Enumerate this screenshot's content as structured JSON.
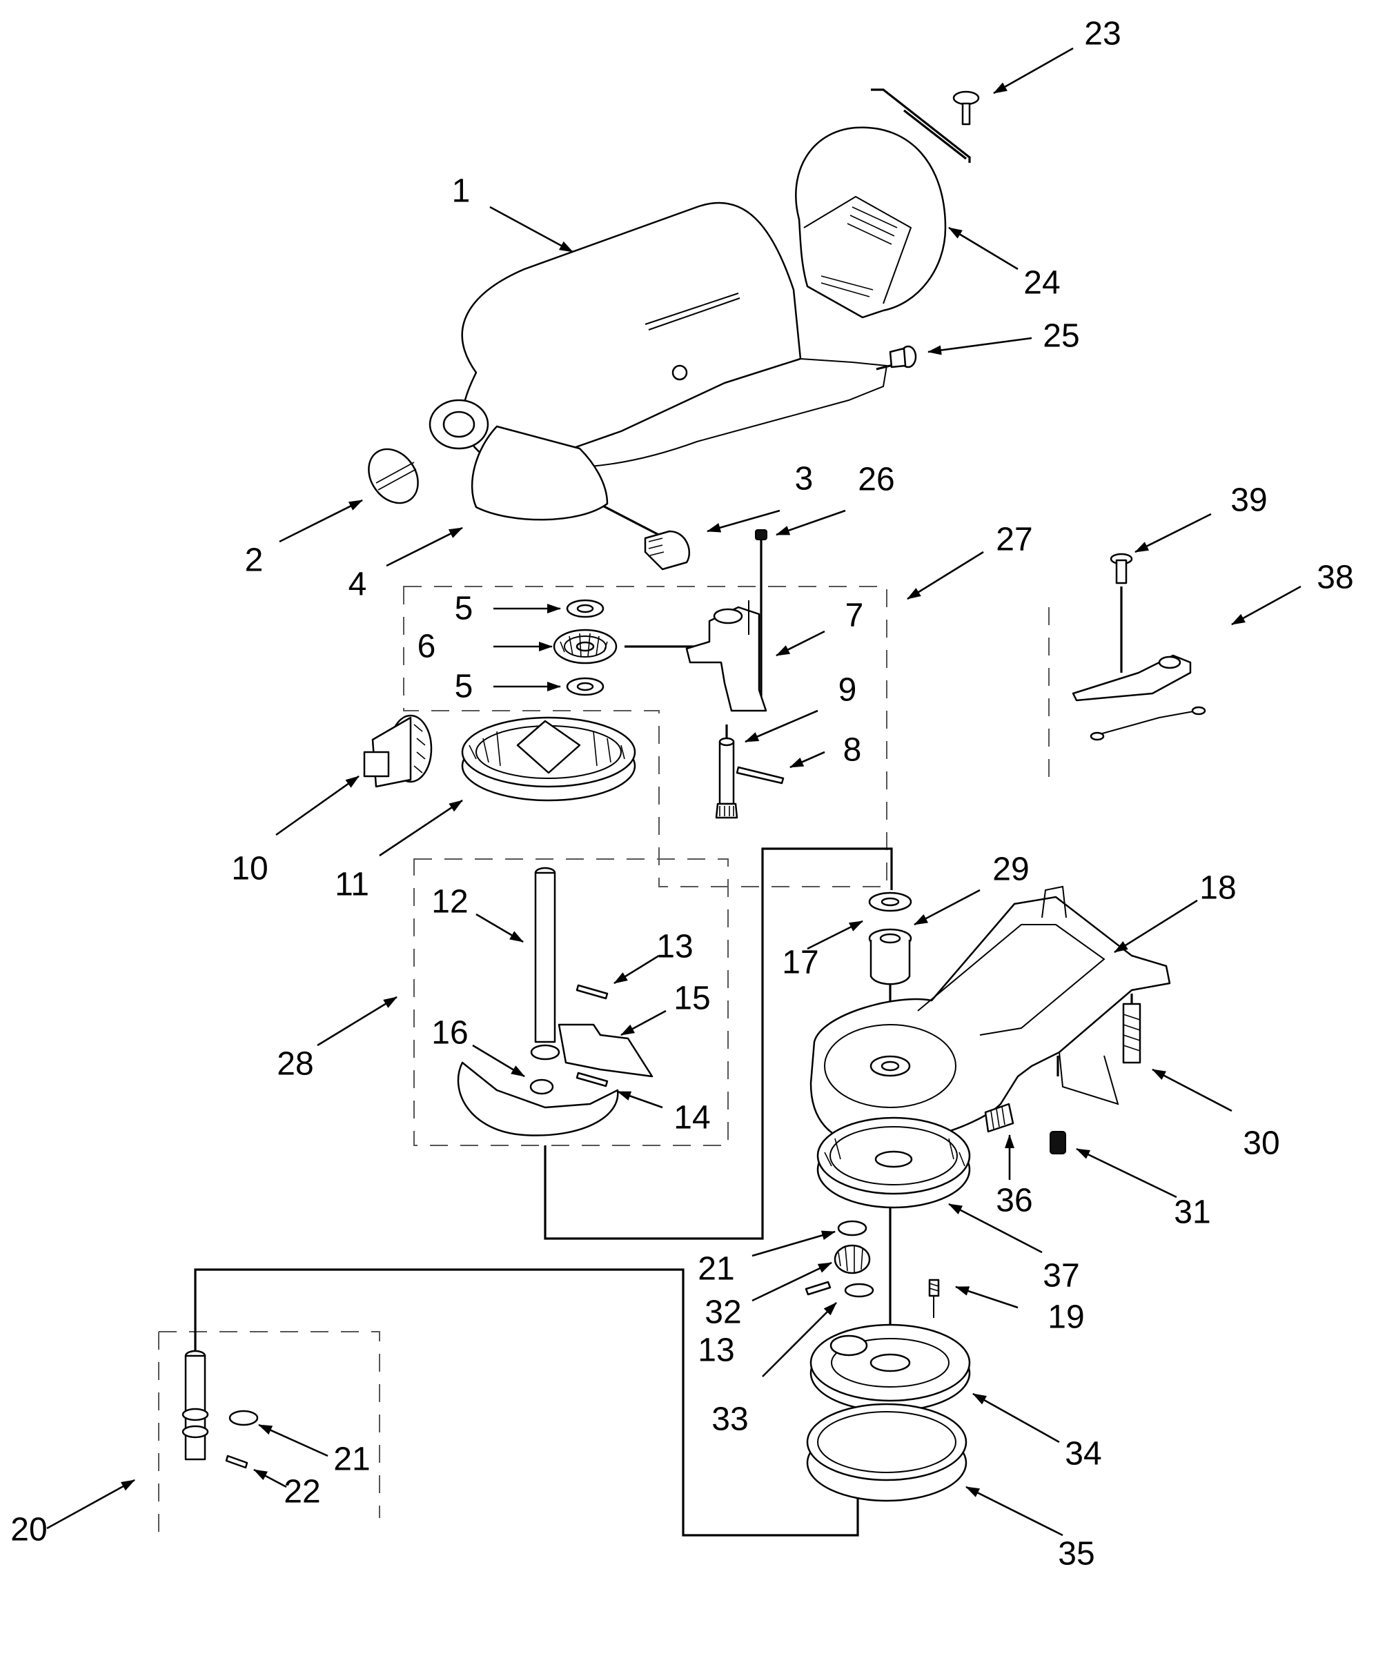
{
  "diagram": {
    "labels": {
      "p1": "1",
      "p2": "2",
      "p3": "3",
      "p4": "4",
      "p5a": "5",
      "p5b": "5",
      "p6": "6",
      "p7": "7",
      "p8": "8",
      "p9": "9",
      "p10": "10",
      "p11": "11",
      "p12": "12",
      "p13a": "13",
      "p13b": "13",
      "p14": "14",
      "p15": "15",
      "p16": "16",
      "p17": "17",
      "p18": "18",
      "p19": "19",
      "p20": "20",
      "p21a": "21",
      "p21b": "21",
      "p22": "22",
      "p23": "23",
      "p24": "24",
      "p25": "25",
      "p26": "26",
      "p27": "27",
      "p28": "28",
      "p29": "29",
      "p30": "30",
      "p31": "31",
      "p32": "32",
      "p33": "33",
      "p34": "34",
      "p35": "35",
      "p36": "36",
      "p37": "37",
      "p38": "38",
      "p39": "39"
    },
    "colors": {
      "line": "#000000",
      "background": "#ffffff",
      "dashed_box": "#555555"
    }
  }
}
